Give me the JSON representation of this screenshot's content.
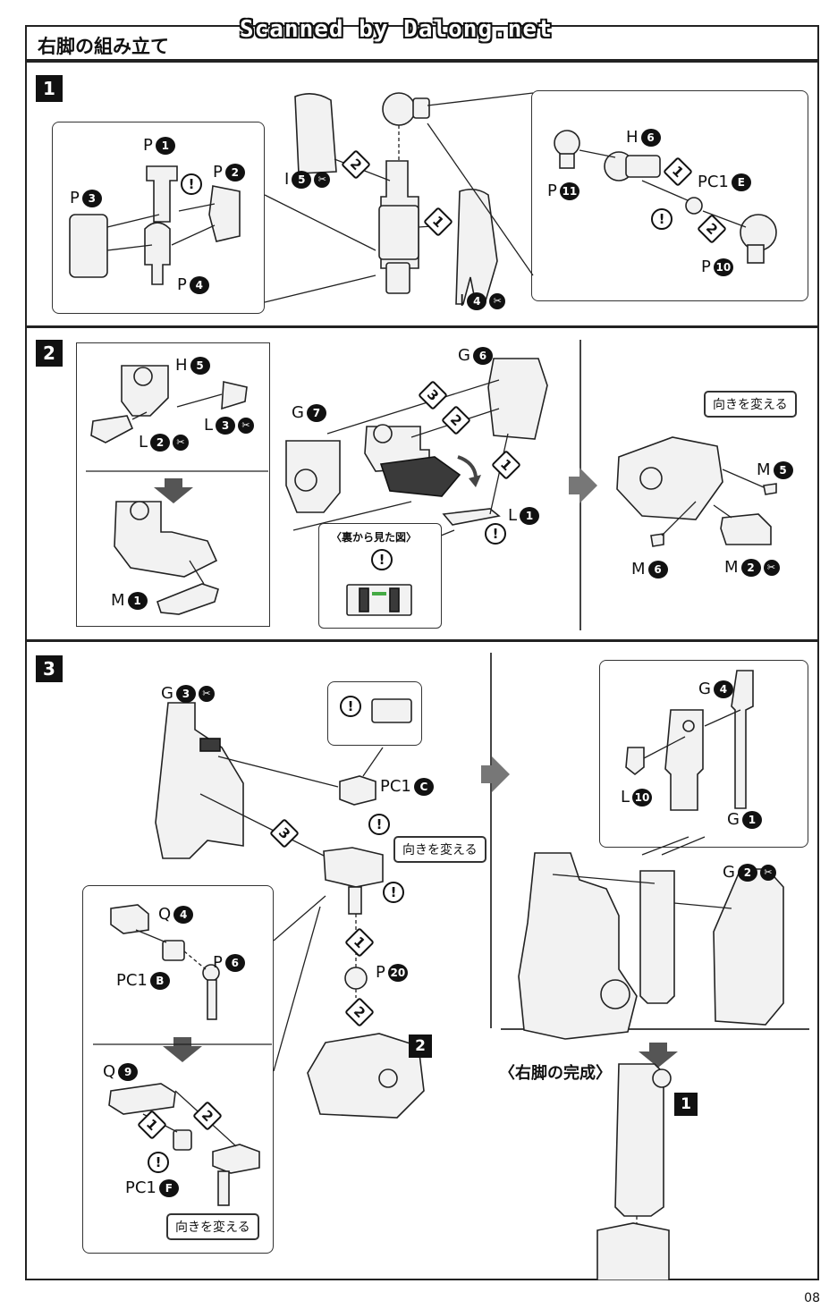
{
  "header": {
    "title": "右脚の組み立て",
    "watermark": "Scanned by Dalong.net"
  },
  "steps": {
    "s1": "1",
    "s2": "2",
    "s3": "3"
  },
  "labels": {
    "p1": "P",
    "p1n": "1",
    "p2": "P",
    "p2n": "2",
    "p3": "P",
    "p3n": "3",
    "p4": "P",
    "p4n": "4",
    "i5": "I",
    "i5n": "5",
    "i4": "I",
    "i4n": "4",
    "h6": "H",
    "h6n": "6",
    "pc1e": "PC1",
    "pc1en": "E",
    "p11": "P",
    "p11n": "11",
    "p10": "P",
    "p10n": "10",
    "h5": "H",
    "h5n": "5",
    "l3": "L",
    "l3n": "3",
    "l2": "L",
    "l2n": "2",
    "m1": "M",
    "m1n": "1",
    "g6": "G",
    "g6n": "6",
    "g7": "G",
    "g7n": "7",
    "l1": "L",
    "l1n": "1",
    "m5": "M",
    "m5n": "5",
    "m6": "M",
    "m6n": "6",
    "m2": "M",
    "m2n": "2",
    "g3": "G",
    "g3n": "3",
    "pc1c": "PC1",
    "pc1cn": "C",
    "q4": "Q",
    "q4n": "4",
    "p6": "P",
    "p6n": "6",
    "pc1b": "PC1",
    "pc1bn": "B",
    "q9": "Q",
    "q9n": "9",
    "pc1f": "PC1",
    "pc1fn": "F",
    "p20": "P",
    "p20n": "20",
    "g4": "G",
    "g4n": "4",
    "l10": "L",
    "l10n": "10",
    "g1": "G",
    "g1n": "1",
    "g2": "G",
    "g2n": "2"
  },
  "order_marks": [
    "1",
    "2",
    "3"
  ],
  "callouts": {
    "change_direction": "向きを変える",
    "view_from_back": "〈裏から見た図〉"
  },
  "warning_symbol": "!",
  "trim_symbol": "✂",
  "references": {
    "step2_ref": "2",
    "step1_ref": "1"
  },
  "completion": "〈右脚の完成〉",
  "page_number": "08"
}
